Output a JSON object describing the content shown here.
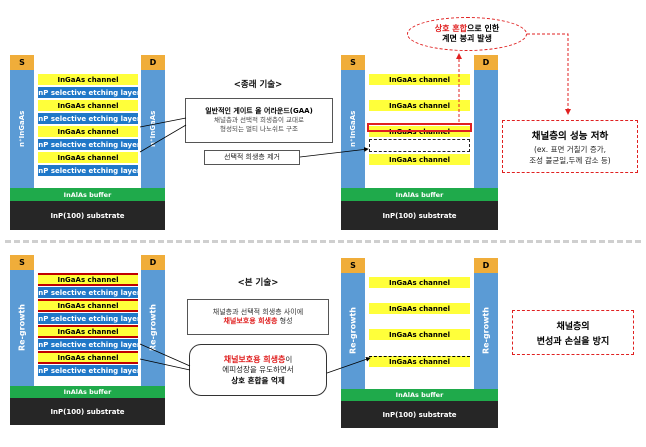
{
  "labels": {
    "source": "S",
    "drain": "D",
    "inp_side": "n⁺InGaAs",
    "regrowth": "Re-growth",
    "substrate": "InP(100) substrate",
    "buffer": "InAlAs buffer",
    "channel": "InGaAs channel",
    "etch_layer": "InP selective etching layer"
  },
  "conventional": {
    "title": "<종래 기술>",
    "desc_title": "일반적인 게이트 올 어라운드(GAA)",
    "desc_line1": "채널층과 선택적 희생층이 교대로",
    "desc_line2": "형성되는 멀티 나노쉬트 구조",
    "step": "선택적 희생층 제거",
    "callout_red": "상호 혼합",
    "callout_rest": "으로 인한",
    "callout_line2": "계면 붕괴 발생",
    "result_title": "채널층의 성능 저하",
    "result_line1": "(ex. 표면 거칠기 증가,",
    "result_line2": "조성 불균일,두께 감소 등)"
  },
  "proposed": {
    "title": "<본 기술>",
    "desc_line1": "채널층과 선택적 희생층 사이에",
    "desc_red": "채널보호용 희생층",
    "desc_rest": " 형성",
    "bubble_red": "채널보호용 희생층",
    "bubble_rest": "이",
    "bubble_line2": "에피성장을 유도하면서",
    "bubble_line3": "상호 혼합을 억제",
    "result_line1": "채널층의",
    "result_line2": "변성과 손실을 방지"
  }
}
